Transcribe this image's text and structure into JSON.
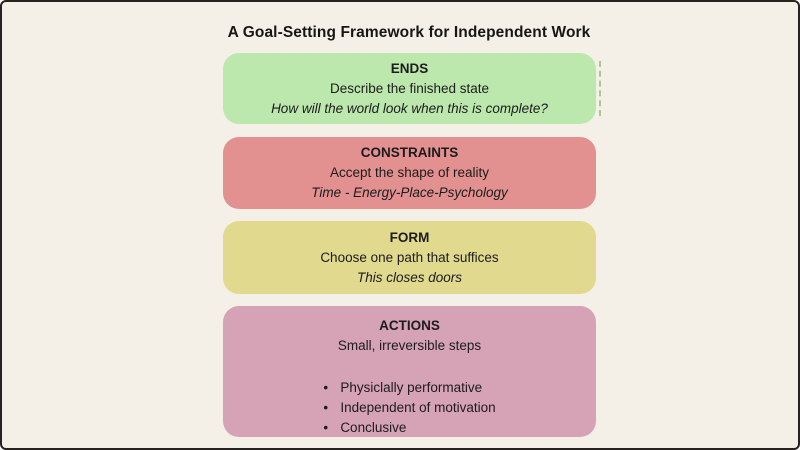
{
  "title": "A Goal-Setting Framework for Independent Work",
  "colors": {
    "canvas_background": "#f5f0e7",
    "frame_border": "#272220",
    "text": "#1c1c1c"
  },
  "boxes": [
    {
      "heading": "ENDS",
      "line": "Describe the finished state",
      "italic_line": "How will the world look when this is complete?",
      "color": "#bce8ae"
    },
    {
      "heading": "CONSTRAINTS",
      "line": "Accept the shape of reality",
      "italic_line": "Time - Energy-Place-Psychology",
      "color": "#e29090"
    },
    {
      "heading": "FORM",
      "line": "Choose one path that suffices",
      "italic_line": "This closes doors",
      "color": "#e0d98e"
    },
    {
      "heading": "ACTIONS",
      "line": "Small, irreversible steps",
      "color": "#d6a2b5",
      "bullets": [
        "Physiclally performative",
        "Independent of motivation",
        "Conclusive"
      ]
    }
  ]
}
